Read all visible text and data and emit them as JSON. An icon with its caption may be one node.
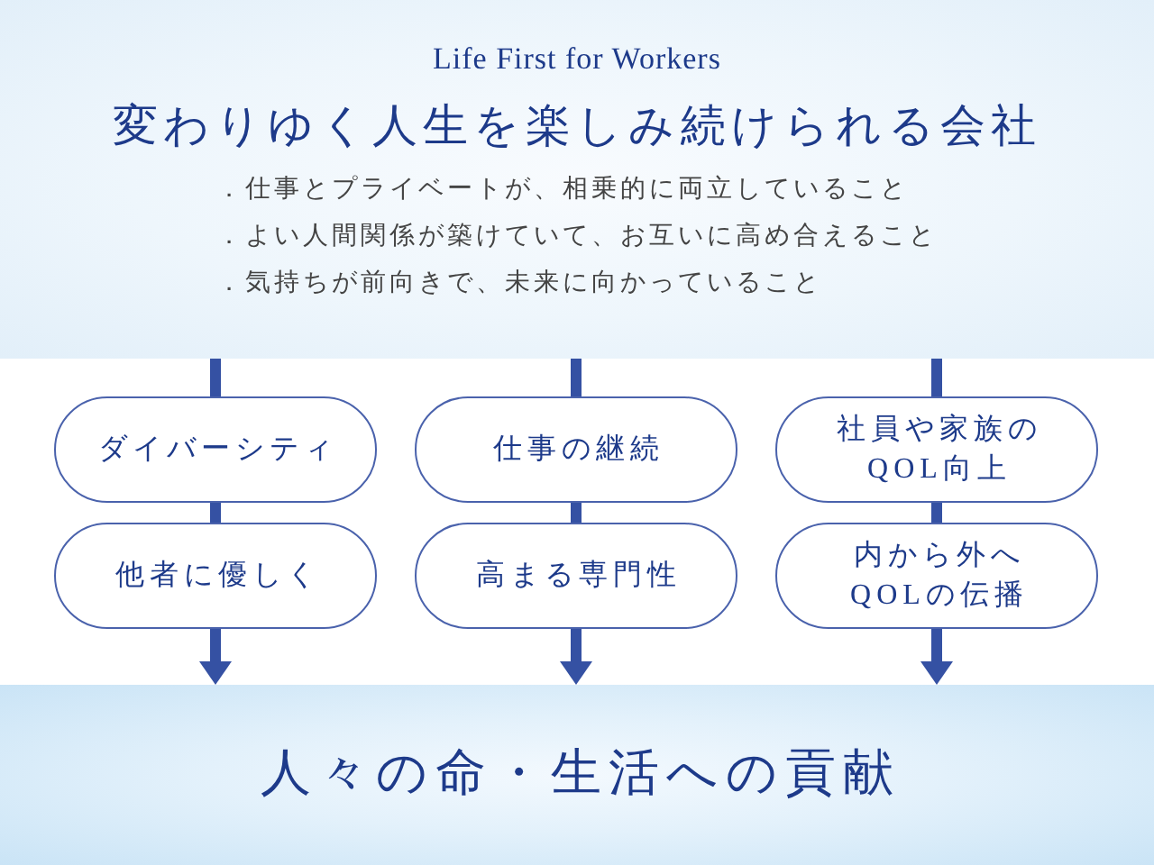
{
  "diagram": {
    "nodes": [
      {
        "text": [
          "Life First for Workers",
          "変わりゆく人生を楽しみ続けられる会社",
          "．仕事とプライベートが、相乗的に両立していること",
          "．よい人間関係が築けていて、お互いに高め合えること",
          "．気持ちが前向きで、未来に向かっていること"
        ]
      },
      {
        "text": [
          "ダイバーシティ"
        ]
      },
      {
        "text": [
          "仕事の継続"
        ]
      },
      {
        "text": [
          "社員や家族のQOL向上"
        ]
      },
      {
        "text": [
          "他者に優しく"
        ]
      },
      {
        "text": [
          "高まる専門性"
        ]
      },
      {
        "text": [
          "内から外へQOLの伝播"
        ]
      },
      {
        "text": [
          "人々の命・生活への貢献"
        ]
      }
    ],
    "edges": [
      {
        "from": 0,
        "to": 1,
        "arrow": "none"
      },
      {
        "from": 1,
        "to": 4,
        "arrow": "none"
      },
      {
        "from": 4,
        "to": 7,
        "arrow": "to"
      },
      {
        "from": 0,
        "to": 2,
        "arrow": "none"
      },
      {
        "from": 2,
        "to": 5,
        "arrow": "none"
      },
      {
        "from": 5,
        "to": 7,
        "arrow": "to"
      },
      {
        "from": 0,
        "to": 3,
        "arrow": "none"
      },
      {
        "from": 3,
        "to": 6,
        "arrow": "none"
      },
      {
        "from": 6,
        "to": 7,
        "arrow": "to"
      }
    ]
  }
}
